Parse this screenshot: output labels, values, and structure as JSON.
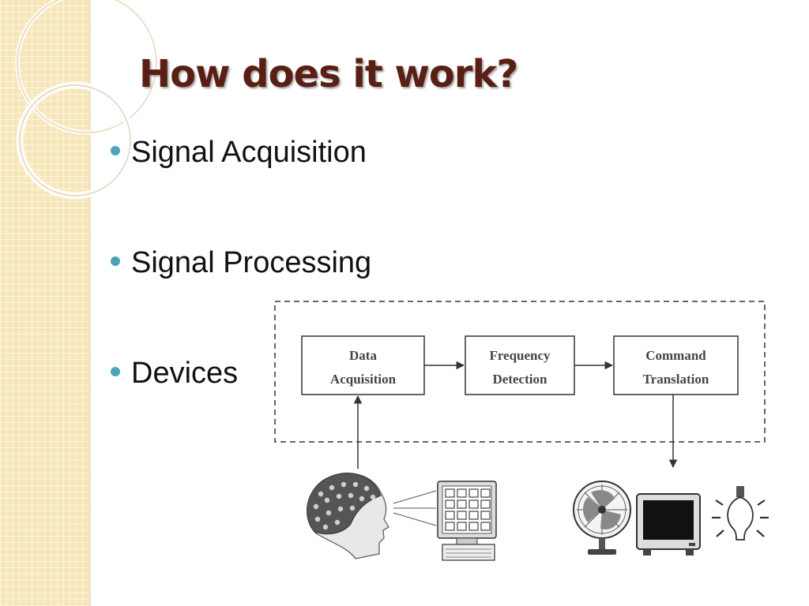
{
  "slide": {
    "title": "How does it work?",
    "bullets": [
      "Signal Acquisition",
      "Signal Processing",
      "Devices"
    ]
  },
  "diagram": {
    "blocks": [
      {
        "line1": "Data",
        "line2": "Acquisition"
      },
      {
        "line1": "Frequency",
        "line2": "Detection"
      },
      {
        "line1": "Command",
        "line2": "Translation"
      }
    ],
    "devices": [
      "eeg-cap-head-icon",
      "stimulus-monitor-icon",
      "fan-icon",
      "television-icon",
      "light-bulb-icon"
    ]
  },
  "colors": {
    "title": "#5a1f14",
    "bullet_dot": "#4ba3b8",
    "band": "#f6e6b8"
  }
}
